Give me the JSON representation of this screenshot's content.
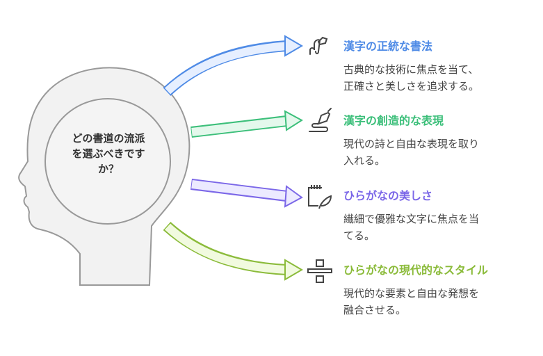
{
  "center": {
    "line1": "どの書道の流派",
    "line2": "を選ぶべきです",
    "line3": "か？"
  },
  "items": [
    {
      "title": "漢字の正統な書法",
      "desc1": "古典的な技術に焦点を当て、",
      "desc2": "正確さと美しさを追求する。",
      "color": "#4f8be6",
      "icon": "pen-nib-icon"
    },
    {
      "title": "漢字の創造的な表現",
      "desc1": "現代の詩と自由な表現を取り",
      "desc2": "入れる。",
      "color": "#3cbf7a",
      "icon": "fountain-pen-icon"
    },
    {
      "title": "ひらがなの美しさ",
      "desc1": "繊細で優雅な文字に焦点を当",
      "desc2": "てる。",
      "color": "#7b67e8",
      "icon": "notepad-feather-icon"
    },
    {
      "title": "ひらがなの現代的なスタイル",
      "desc1": "現代的な要素と自由な発想を",
      "desc2": "融合させる。",
      "color": "#8bbb3a",
      "icon": "divide-icon"
    }
  ]
}
